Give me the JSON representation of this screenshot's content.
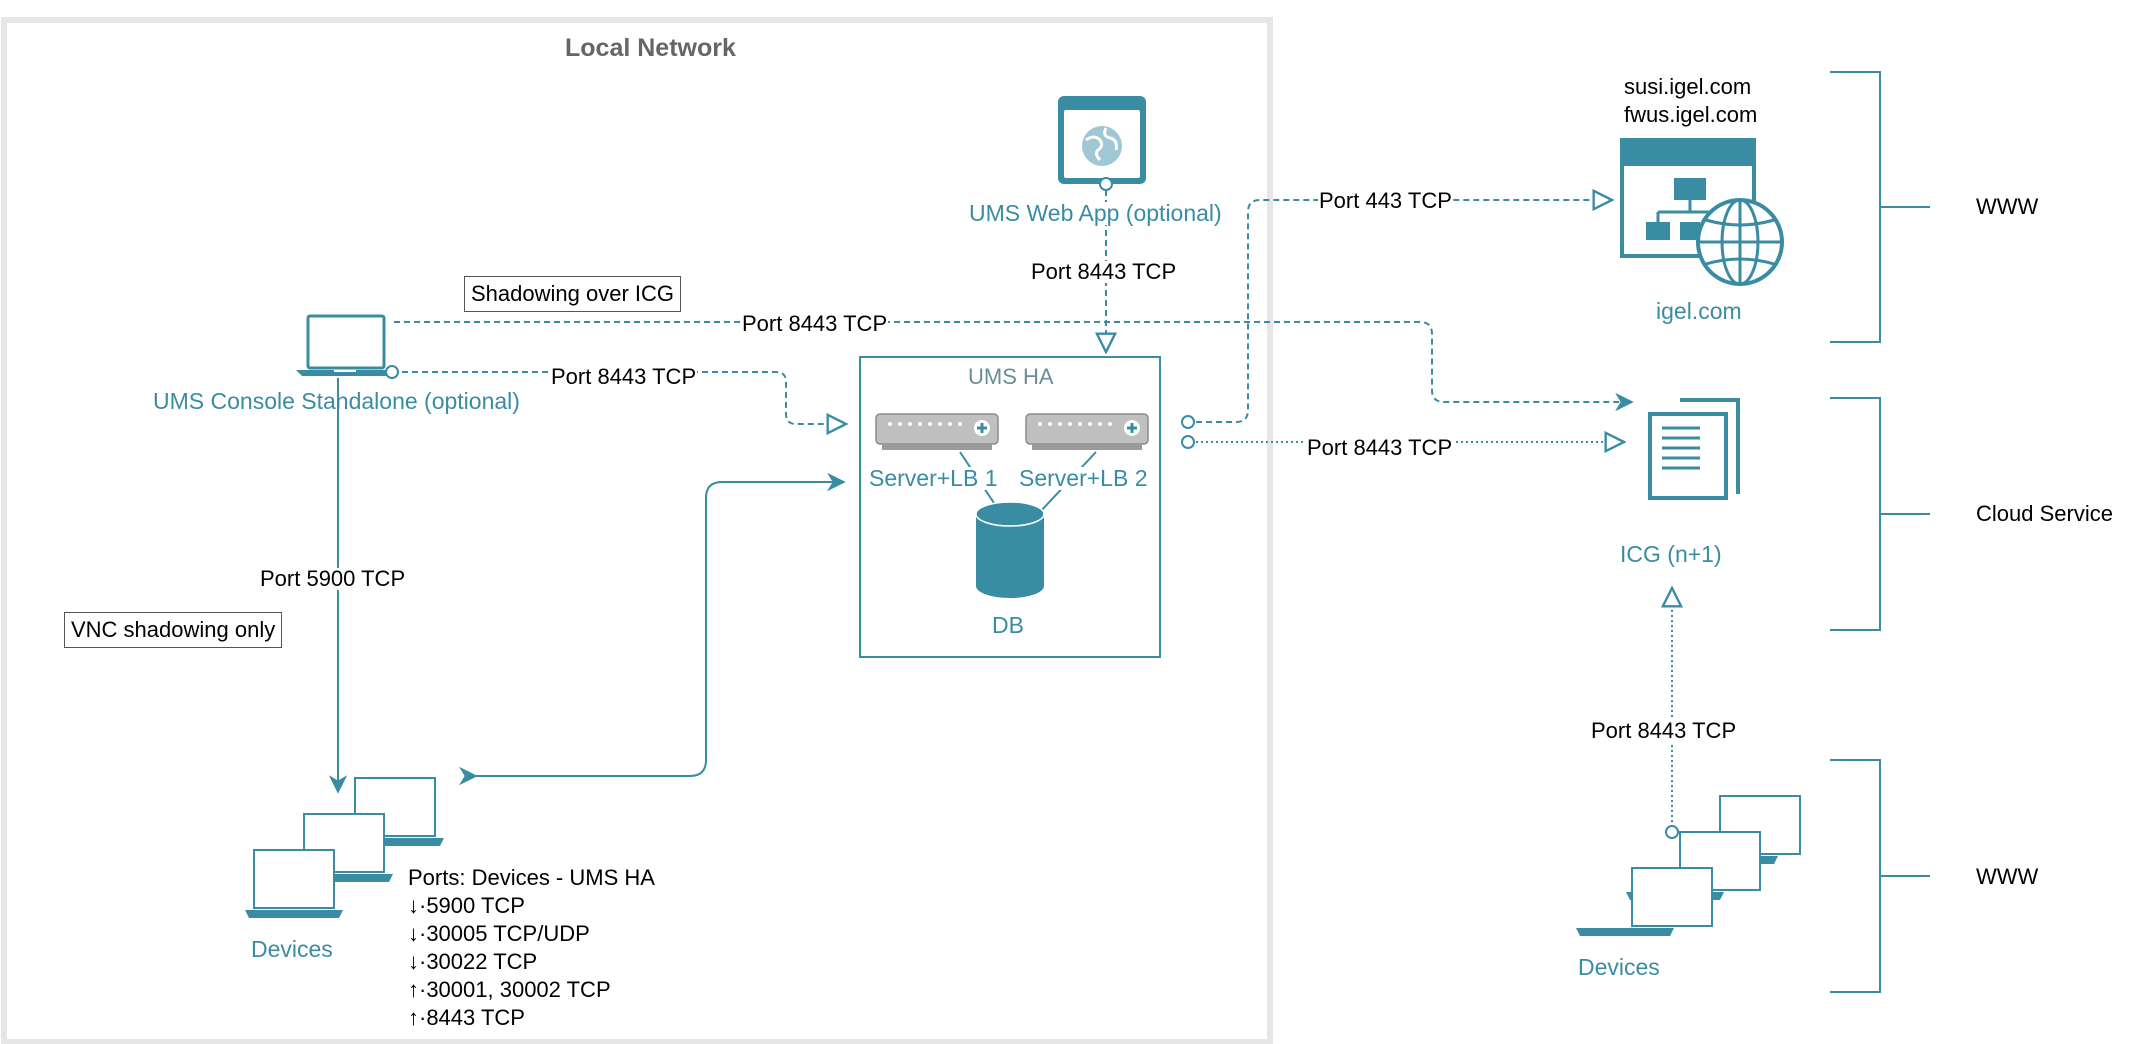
{
  "network": {
    "title": "Local Network"
  },
  "nodes": {
    "web_app": "UMS Web App (optional)",
    "console": "UMS Console Standalone (optional)",
    "ums_ha": "UMS HA",
    "server1": "Server+LB 1",
    "server2": "Server+LB 2",
    "db": "DB",
    "igel_domain_1": "susi.igel.com",
    "igel_domain_2": "fwus.igel.com",
    "igel": "igel.com",
    "icg": "ICG (n+1)",
    "devices_local": "Devices",
    "devices_www": "Devices"
  },
  "edges": {
    "webapp_to_ha": "Port 8443 TCP",
    "ha_to_igel": "Port 443 TCP",
    "console_to_icg": "Port 8443 TCP",
    "console_to_ha": "Port 8443 TCP",
    "ha_to_icg": "Port 8443 TCP",
    "console_to_devices": "Port 5900 TCP",
    "devices_to_icg": "Port 8443 TCP"
  },
  "notes": {
    "shadowing_icg": "Shadowing over ICG",
    "vnc_only": "VNC shadowing only"
  },
  "ports_list": {
    "title": "Ports: Devices - UMS HA",
    "items": [
      "↓·5900 TCP",
      "↓·30005 TCP/UDP",
      "↓·30022 TCP",
      "↑·30001, 30002 TCP",
      "↑·8443 TCP"
    ]
  },
  "zones": {
    "top": "WWW",
    "middle": "Cloud Service",
    "bottom": "WWW"
  },
  "colors": {
    "accent": "#3a8ca3",
    "frame": "#e6e6e6",
    "server_gray": "#bfbfbf"
  }
}
